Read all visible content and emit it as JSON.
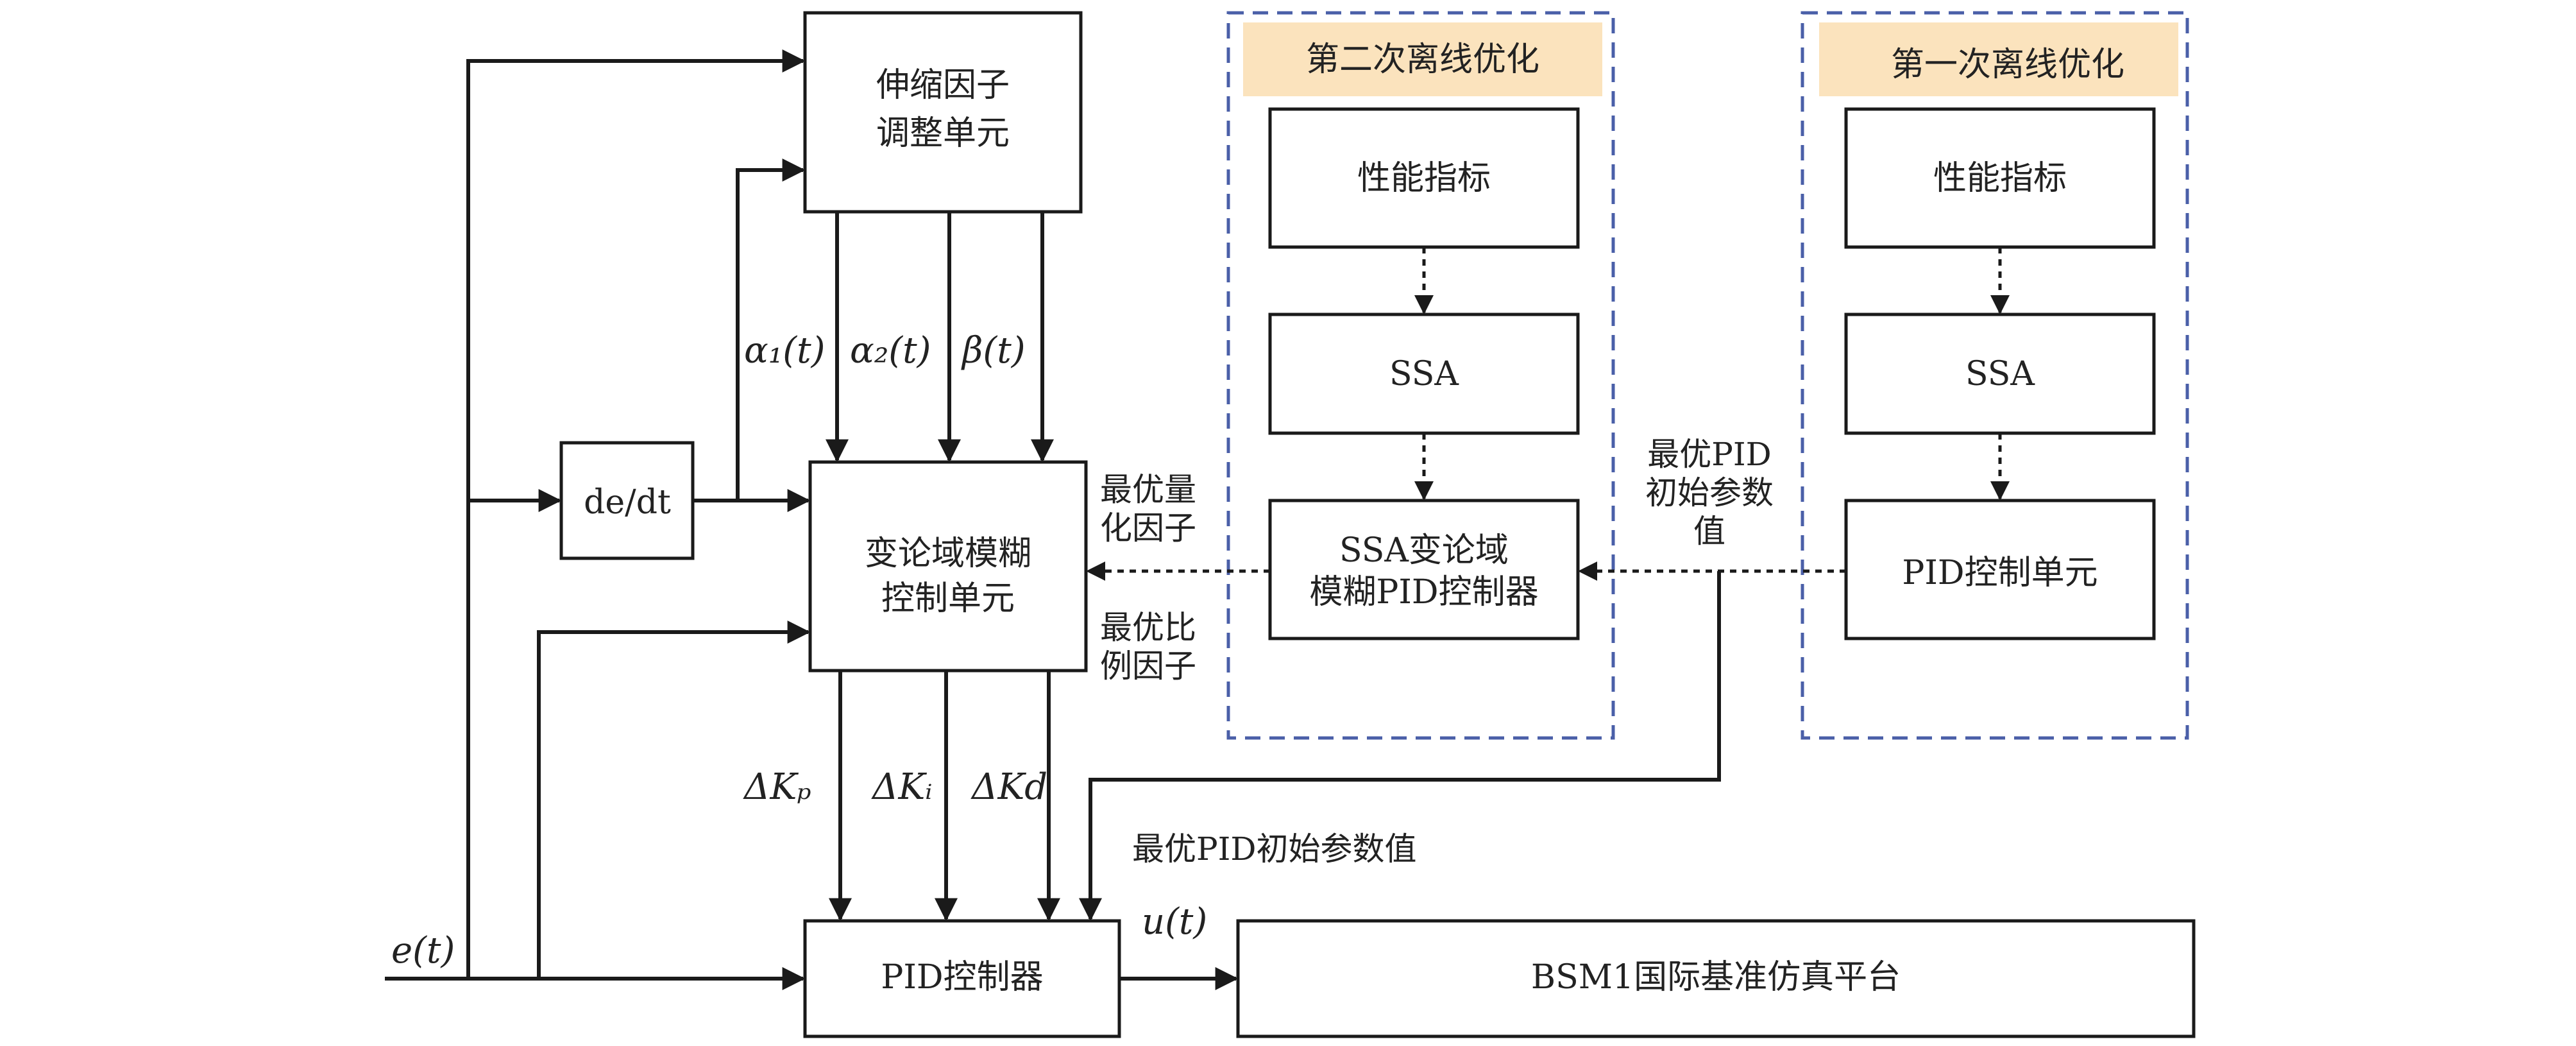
{
  "colors": {
    "line": "#1a1a1a",
    "dashed_frame": "#4a5fa8",
    "title_fill": "#fbe3bd"
  },
  "blocks": {
    "scale_factor_line1": "伸缩因子",
    "scale_factor_line2": "调整单元",
    "derivative": "de/dt",
    "fuzzy_line1": "变论域模糊",
    "fuzzy_line2": "控制单元",
    "pid_controller": "PID控制器",
    "bsm1": "BSM1国际基准仿真平台"
  },
  "second_opt": {
    "title": "第二次离线优化",
    "perf": "性能指标",
    "ssa": "SSA",
    "ctrl_line1": "SSA变论域",
    "ctrl_line2": "模糊PID控制器"
  },
  "first_opt": {
    "title": "第一次离线优化",
    "perf": "性能指标",
    "ssa": "SSA",
    "pid_unit": "PID控制单元"
  },
  "signals": {
    "alpha1": "α₁(t)",
    "alpha2": "α₂(t)",
    "beta": "β(t)",
    "dKp": "ΔKₚ",
    "dKi": "ΔKᵢ",
    "dKd": "ΔKd",
    "error": "e(t)",
    "output": "u(t)"
  },
  "annotations": {
    "opt_quant_line1": "最优量",
    "opt_quant_line2": "化因子",
    "opt_prop_line1": "最优比",
    "opt_prop_line2": "例因子",
    "opt_pid_init_line1": "最优PID",
    "opt_pid_init_line2": "初始参数",
    "opt_pid_init_line3": "值",
    "opt_pid_init_bottom": "最优PID初始参数值"
  }
}
